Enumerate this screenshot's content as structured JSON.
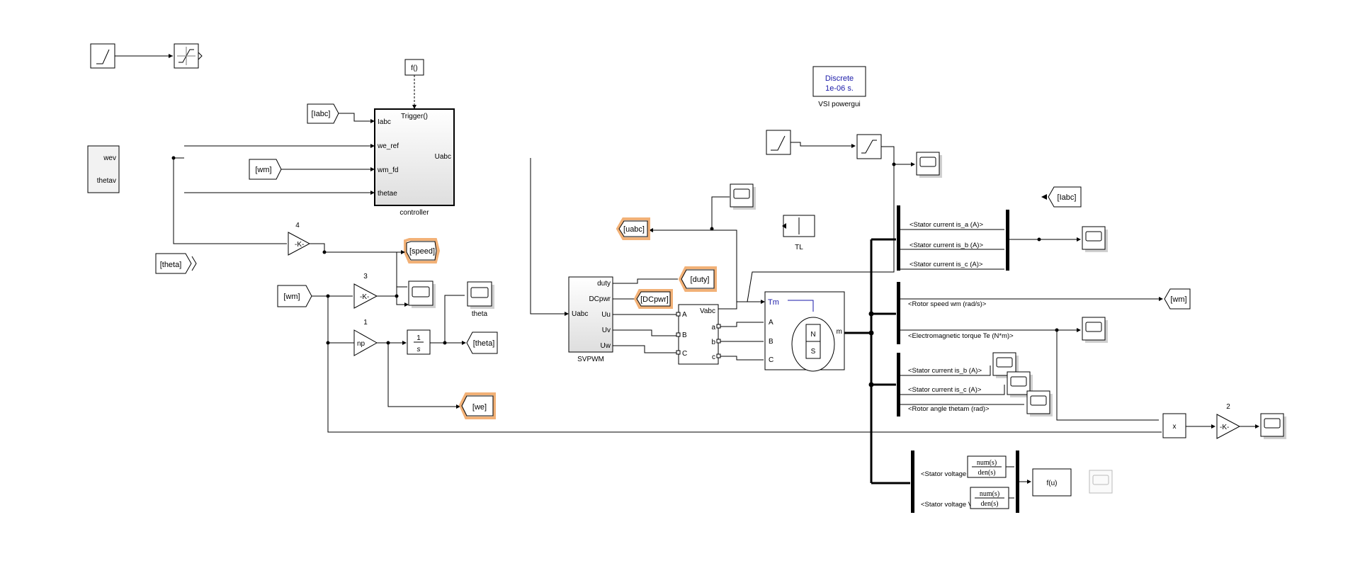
{
  "powergui": {
    "line1": "Discrete",
    "line2": "1e-06 s.",
    "label": "VSI powergui"
  },
  "controller": {
    "label": "controller",
    "trigger": "Trigger()",
    "inputs": [
      "Iabc",
      "we_ref",
      "wm_fd",
      "thetae"
    ],
    "output": "Uabc"
  },
  "fcn_trigger": "f()",
  "mux_left": {
    "top": "wev",
    "bottom": "thetav"
  },
  "tags": {
    "iabc_from": "[Iabc]",
    "wm_from_1": "[wm]",
    "theta_goto": "[theta]",
    "speed_goto": "[speed]",
    "wm_from_2": "[wm]",
    "theta_goto2": "[theta]",
    "we_goto": "[we]",
    "uabc_goto": "[uabc]",
    "duty_goto": "[duty]",
    "dcpwr_goto": "[DCpwr]",
    "iabc_goto": "[Iabc]",
    "wm_goto": "[wm]"
  },
  "gains": {
    "k4": {
      "value": "-K-",
      "label": "4"
    },
    "k3": {
      "value": "-K-",
      "label": "3"
    },
    "np": {
      "value": "np",
      "label": "1"
    },
    "k2": {
      "value": "-K-",
      "label": "2"
    }
  },
  "integrator": {
    "num": "1",
    "den": "s"
  },
  "scope_theta_label": "theta",
  "svpwm": {
    "label": "SVPWM",
    "input": "Uabc",
    "outputs": [
      "duty",
      "DCpwr",
      "Uu",
      "Uv",
      "Uw"
    ]
  },
  "inverter": {
    "ports_in": [
      "A",
      "B",
      "C"
    ],
    "ports_out": [
      "a",
      "b",
      "c"
    ],
    "vabc": "Vabc"
  },
  "motor": {
    "tm": "Tm",
    "ports": [
      "A",
      "B",
      "C"
    ],
    "out": "m",
    "n": "N",
    "s": "S"
  },
  "tl_label": "TL",
  "bus_signals": {
    "group1": [
      "<Stator current is_a (A)>",
      "<Stator current is_b (A)>",
      "<Stator current is_c (A)>"
    ],
    "group2": [
      "<Rotor speed wm (rad/s)>",
      "<Electromagnetic torque Te (N*m)>"
    ],
    "group3": [
      "<Stator current is_b (A)>",
      "<Stator current is_c (A)>",
      "<Rotor angle thetam (rad)>"
    ],
    "group4": [
      "<Stator voltage Vs_q (V)>",
      "<Stator voltage Vs_d (V)>"
    ]
  },
  "tf1": {
    "num": "num(s)",
    "den": "den(s)"
  },
  "tf2": {
    "num": "num(s)",
    "den": "den(s)"
  },
  "product_label": "x",
  "fcn_u": "f(u)"
}
